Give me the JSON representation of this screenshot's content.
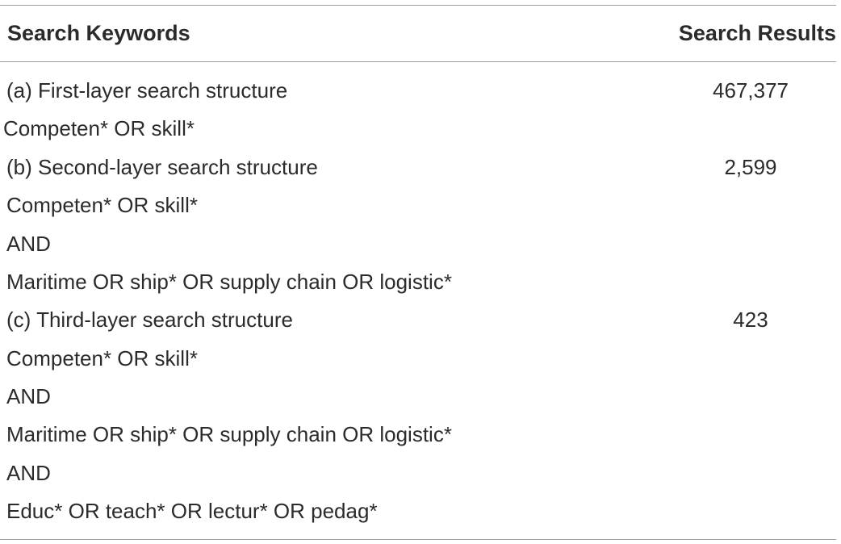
{
  "table": {
    "headers": {
      "keywords": "Search Keywords",
      "results": "Search Results"
    },
    "rows": [
      {
        "keywords": "(a) First-layer search structure",
        "results": "467,377"
      },
      {
        "keywords": "Competen* OR skill*",
        "results": ""
      },
      {
        "keywords": "(b) Second-layer search structure",
        "results": "2,599"
      },
      {
        "keywords": "Competen* OR skill*",
        "results": ""
      },
      {
        "keywords": "AND",
        "results": ""
      },
      {
        "keywords": "Maritime OR ship* OR supply chain OR logistic*",
        "results": ""
      },
      {
        "keywords": "(c) Third-layer search structure",
        "results": "423"
      },
      {
        "keywords": "Competen* OR skill*",
        "results": ""
      },
      {
        "keywords": "AND",
        "results": ""
      },
      {
        "keywords": "Maritime OR ship* OR supply chain OR logistic*",
        "results": ""
      },
      {
        "keywords": "AND",
        "results": ""
      },
      {
        "keywords": "Educ* OR teach* OR lectur* OR pedag*",
        "results": ""
      }
    ]
  }
}
